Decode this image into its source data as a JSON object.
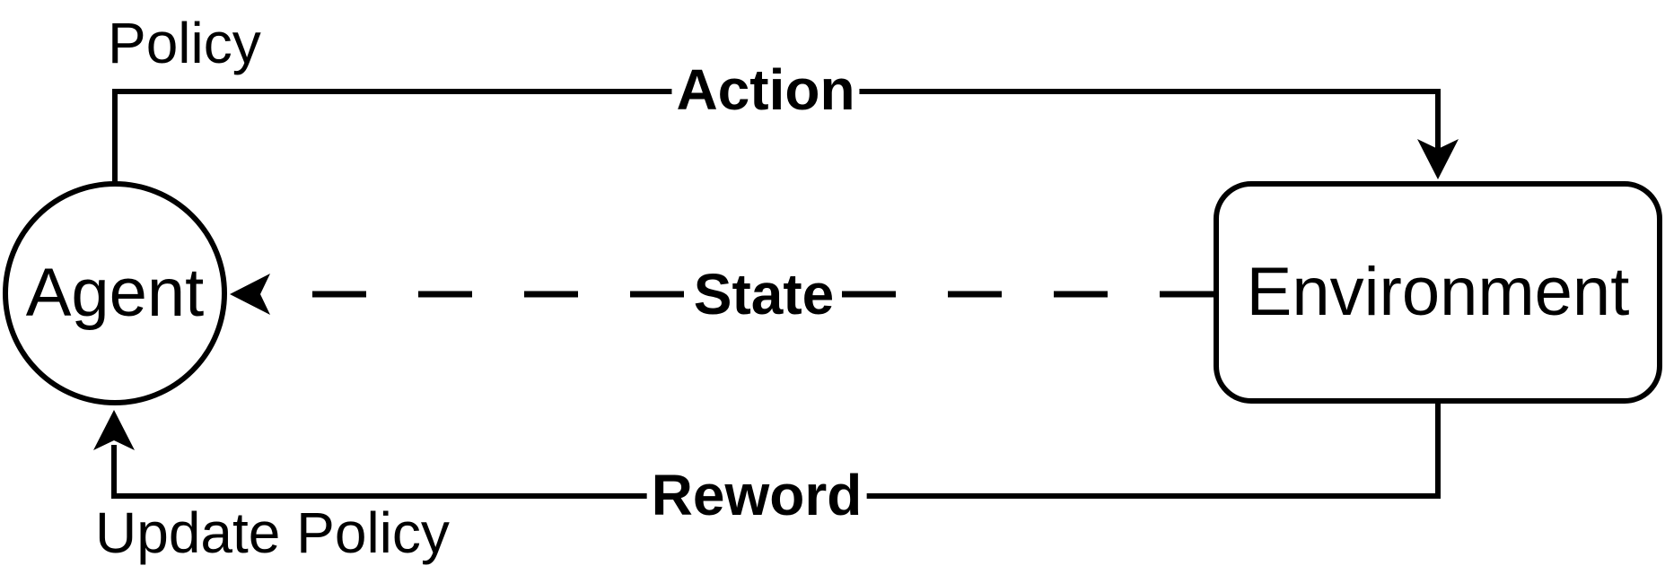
{
  "colors": {
    "stroke": "#000000",
    "text": "#000000",
    "background": "#ffffff"
  },
  "nodes": {
    "agent": {
      "label": "Agent",
      "shape": "circle"
    },
    "environment": {
      "label": "Environment",
      "shape": "rounded-rectangle"
    }
  },
  "edges": {
    "action": {
      "label": "Action",
      "style": "solid",
      "from": "agent",
      "to": "environment",
      "annotation": "Policy"
    },
    "state": {
      "label": "State",
      "style": "dashed",
      "from": "environment",
      "to": "agent"
    },
    "reword": {
      "label": "Reword",
      "style": "solid",
      "from": "environment",
      "to": "agent",
      "annotation": "Update Policy"
    }
  }
}
